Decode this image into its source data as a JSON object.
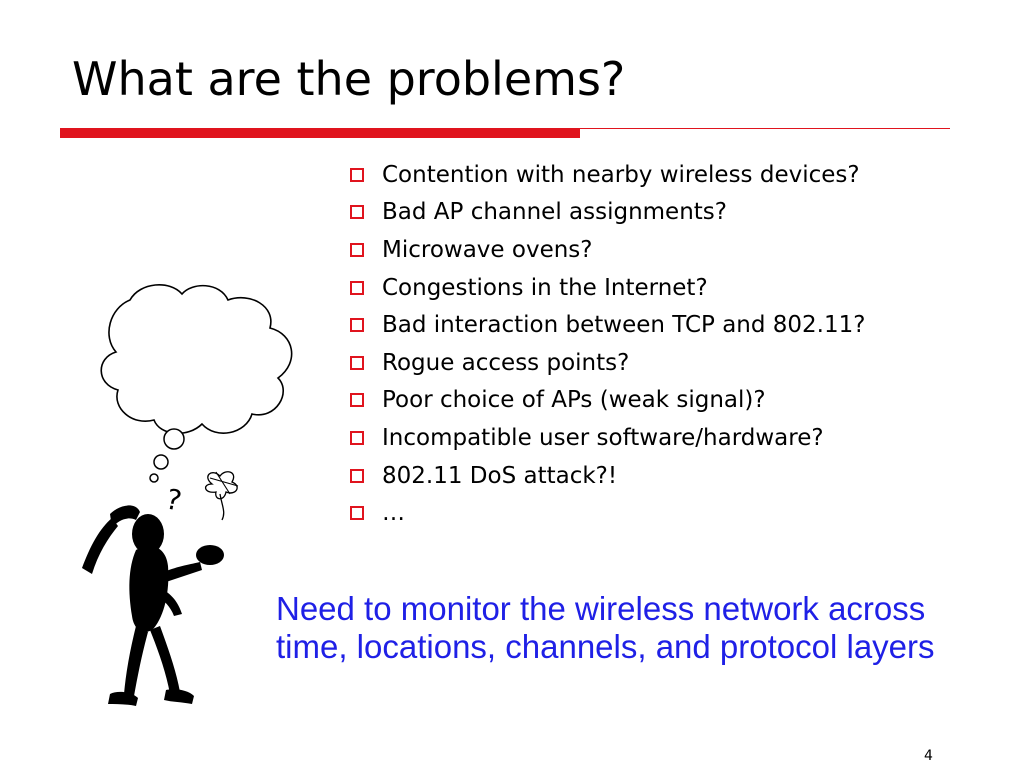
{
  "slide": {
    "title": "What are the problems?",
    "bullets": [
      "Contention with nearby wireless devices?",
      "Bad AP channel assignments?",
      "Microwave ovens?",
      "Congestions in the Internet?",
      "Bad interaction between TCP and 802.11?",
      "Rogue access points?",
      "Poor choice of APs (weak signal)?",
      "Incompatible user software/hardware?",
      "802.11 DoS attack?!",
      "…"
    ],
    "callout": "Need to monitor the wireless network across time, locations, channels, and protocol layers",
    "page_number": "4",
    "figure_question_mark": "?"
  },
  "colors": {
    "accent_red": "#e0141e",
    "callout_blue": "#1f20e6",
    "text": "#000000"
  },
  "icons": {
    "bullet": "hollow-square-bullet-icon",
    "figure": "confused-thinking-person-icon"
  }
}
